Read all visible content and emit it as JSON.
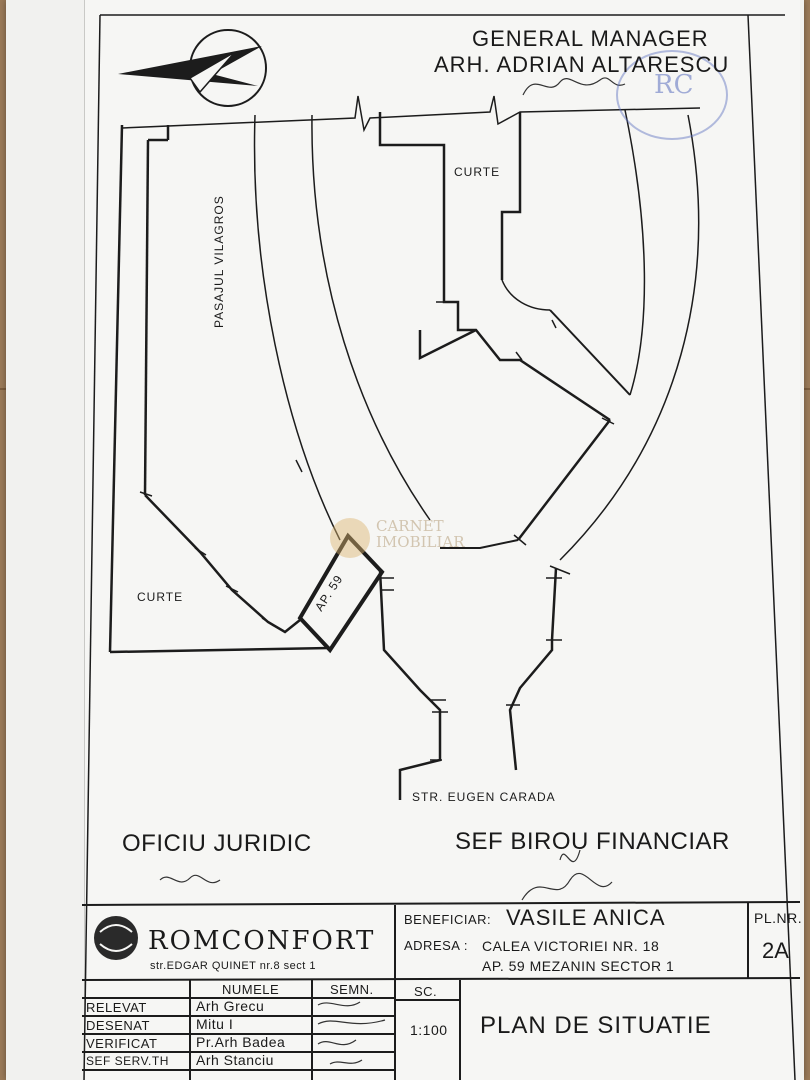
{
  "header": {
    "title_line1": "GENERAL MANAGER",
    "title_line2": "ARH. ADRIAN ALTARESCU"
  },
  "plan": {
    "label_curte_top": "CURTE",
    "label_pasaj": "PASAJUL VILAGROS",
    "label_curte_left": "CURTE",
    "label_apartment": "AP. 59",
    "label_street": "STR. EUGEN CARADA"
  },
  "stamp": {
    "text": "RC"
  },
  "watermark": {
    "line1": "CARNET",
    "line2": "IMOBILIAR"
  },
  "signatures": {
    "oficiu_juridic": "OFICIU JURIDIC",
    "sef_birou": "SEF BIROU FINANCIAR"
  },
  "title_block": {
    "company": "ROMCONFORT",
    "company_address": "str.EDGAR QUINET nr.8 sect 1",
    "beneficiar_label": "BENEFICIAR:",
    "beneficiar_value": "VASILE ANICA",
    "adresa_label": "ADRESA :",
    "adresa_value_line1": "CALEA VICTORIEI   NR. 18",
    "adresa_value_line2": "AP. 59  MEZANIN  SECTOR 1",
    "pl_nr_label": "PL.NR.",
    "pl_nr_value": "2A",
    "col_numele": "NUMELE",
    "col_semn": "SEMN.",
    "col_sc": "SC.",
    "scale": "1:100",
    "drawing_title": "PLAN DE SITUATIE",
    "rows": [
      {
        "role": "RELEVAT",
        "name": "Arh Grecu"
      },
      {
        "role": "DESENAT",
        "name": "Mitu I"
      },
      {
        "role": "VERIFICAT",
        "name": "Pr.Arh Badea"
      },
      {
        "role": "SEF SERV.TH",
        "name": "Arh Stanciu"
      }
    ]
  }
}
